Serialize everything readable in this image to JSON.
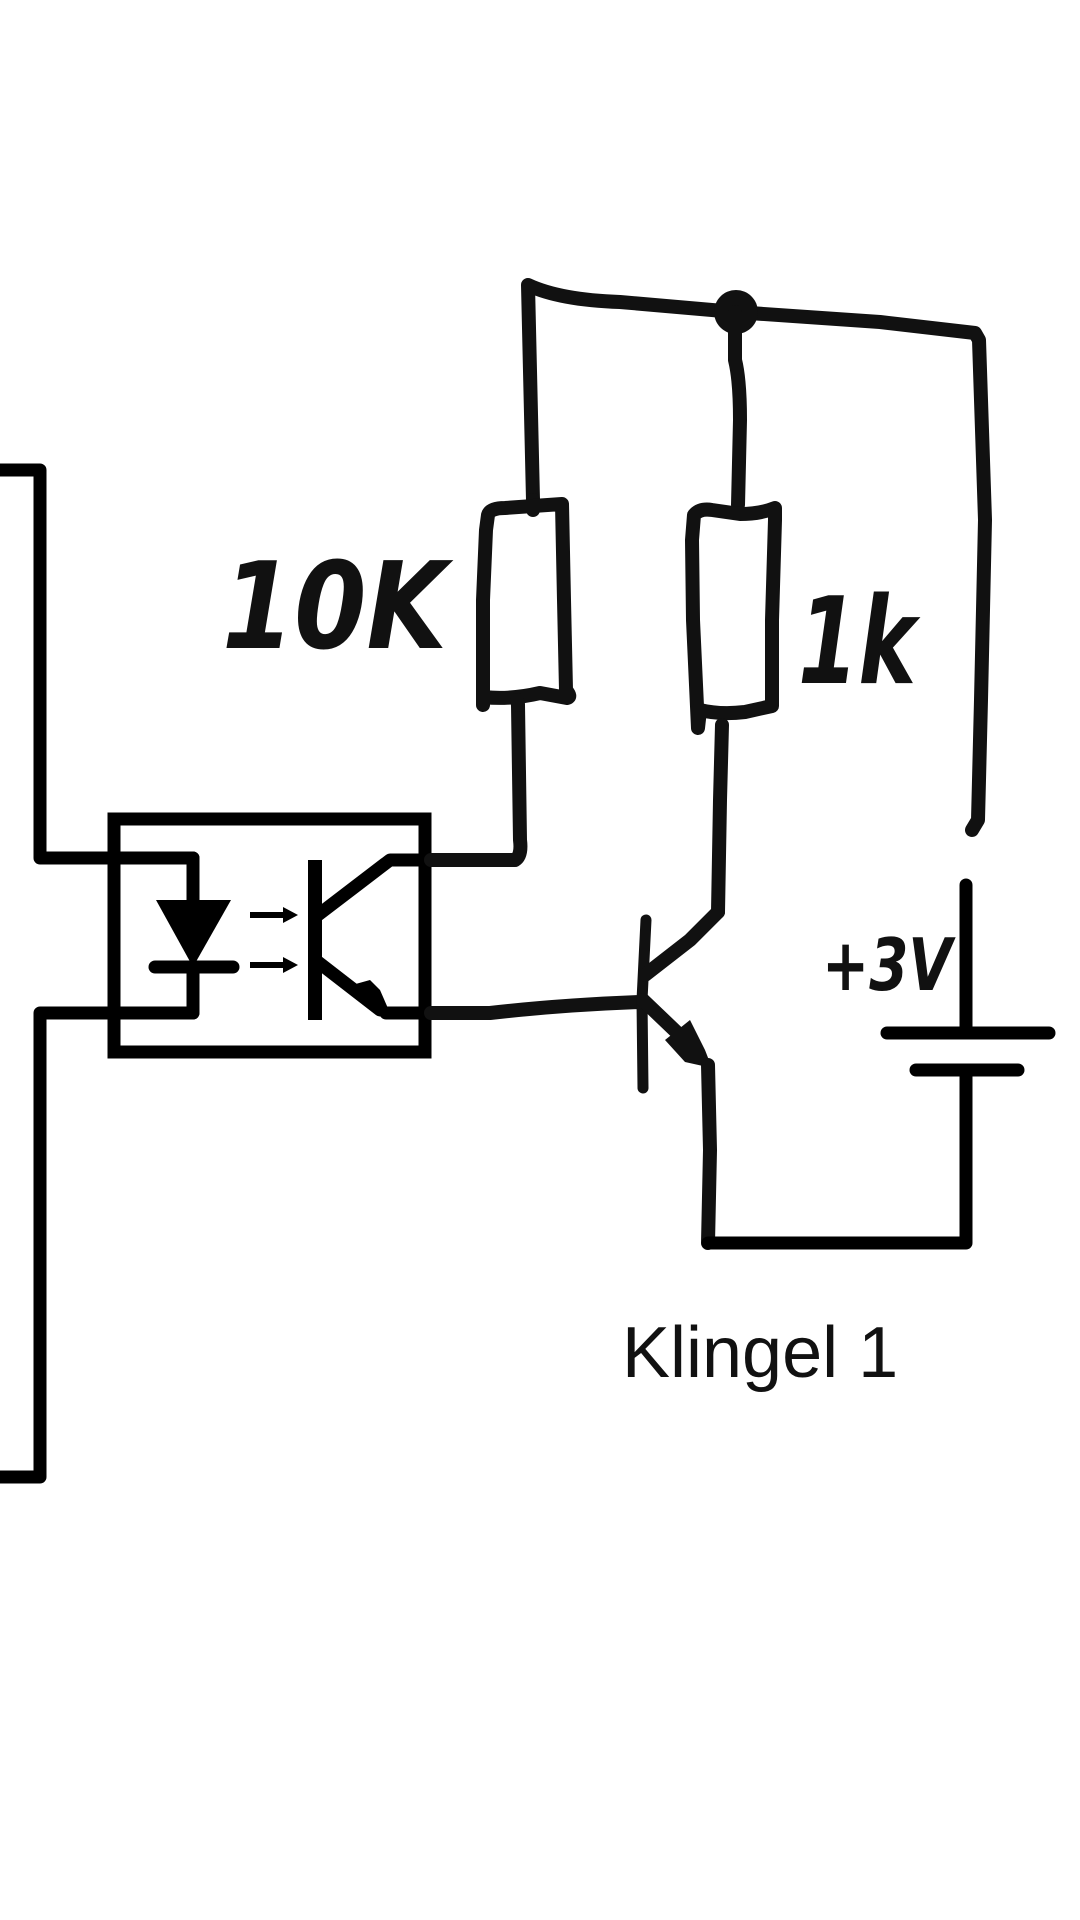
{
  "diagram": {
    "type": "circuit-schematic",
    "caption": "Klingel 1",
    "components": {
      "optocoupler": {
        "name": "optocoupler",
        "parts": [
          "led",
          "phototransistor"
        ]
      },
      "resistor_base": {
        "label": "10K"
      },
      "resistor_collector": {
        "label": "1k"
      },
      "transistor": {
        "type": "npn"
      },
      "battery": {
        "label": "+3V"
      }
    },
    "colors": {
      "ink": "#111111",
      "background": "#ffffff"
    }
  }
}
